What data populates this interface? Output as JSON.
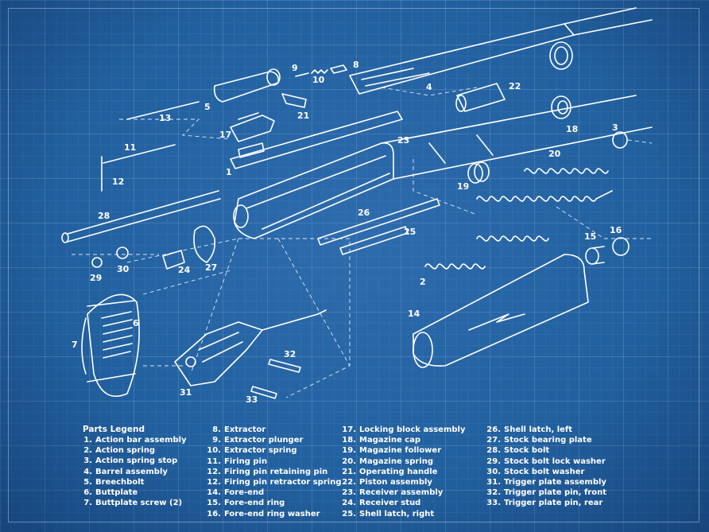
{
  "legend": {
    "title": "Parts Legend",
    "columns": [
      [
        {
          "num": "1.",
          "name": "Action bar assembly"
        },
        {
          "num": "2.",
          "name": "Action spring"
        },
        {
          "num": "3.",
          "name": "Action spring stop"
        },
        {
          "num": "4.",
          "name": "Barrel assembly"
        },
        {
          "num": "5.",
          "name": "Breechbolt"
        },
        {
          "num": "6.",
          "name": "Buttplate"
        },
        {
          "num": "7.",
          "name": "Buttplate screw (2)"
        }
      ],
      [
        {
          "num": "8.",
          "name": "Extractor"
        },
        {
          "num": "9.",
          "name": "Extractor plunger"
        },
        {
          "num": "10.",
          "name": "Extractor spring"
        },
        {
          "num": "11.",
          "name": "Firing pin"
        },
        {
          "num": "12.",
          "name": "Firing pin retaining pin"
        },
        {
          "num": "12.",
          "name": "Firing pin retractor spring"
        },
        {
          "num": "14.",
          "name": "Fore-end"
        },
        {
          "num": "15.",
          "name": "Fore-end ring"
        },
        {
          "num": "16.",
          "name": "Fore-end ring washer"
        }
      ],
      [
        {
          "num": "17.",
          "name": "Locking block assembly"
        },
        {
          "num": "18.",
          "name": "Magazine cap"
        },
        {
          "num": "19.",
          "name": "Magazine follower"
        },
        {
          "num": "20.",
          "name": "Magazine spring"
        },
        {
          "num": "21.",
          "name": "Operating handle"
        },
        {
          "num": "22.",
          "name": "Piston assembly"
        },
        {
          "num": "23.",
          "name": "Receiver assembly"
        },
        {
          "num": "24.",
          "name": "Receiver stud"
        },
        {
          "num": "25.",
          "name": "Shell latch, right"
        }
      ],
      [
        {
          "num": "26.",
          "name": "Shell latch, left"
        },
        {
          "num": "27.",
          "name": "Stock bearing plate"
        },
        {
          "num": "28.",
          "name": "Stock bolt"
        },
        {
          "num": "29.",
          "name": "Stock bolt lock washer"
        },
        {
          "num": "30.",
          "name": "Stock bolt washer"
        },
        {
          "num": "31.",
          "name": "Trigger plate assembly"
        },
        {
          "num": "32.",
          "name": "Trigger plate pin, front"
        },
        {
          "num": "33.",
          "name": "Trigger plate pin, rear"
        }
      ]
    ]
  },
  "callouts": [
    "1",
    "2",
    "3",
    "4",
    "5",
    "6",
    "7",
    "8",
    "9",
    "10",
    "11",
    "12",
    "13",
    "14",
    "15",
    "16",
    "17",
    "18",
    "19",
    "20",
    "21",
    "22",
    "23",
    "24",
    "25",
    "26",
    "27",
    "28",
    "29",
    "30",
    "31",
    "32",
    "33"
  ],
  "colors": {
    "background": "#21609f",
    "line": "#ffffff"
  }
}
